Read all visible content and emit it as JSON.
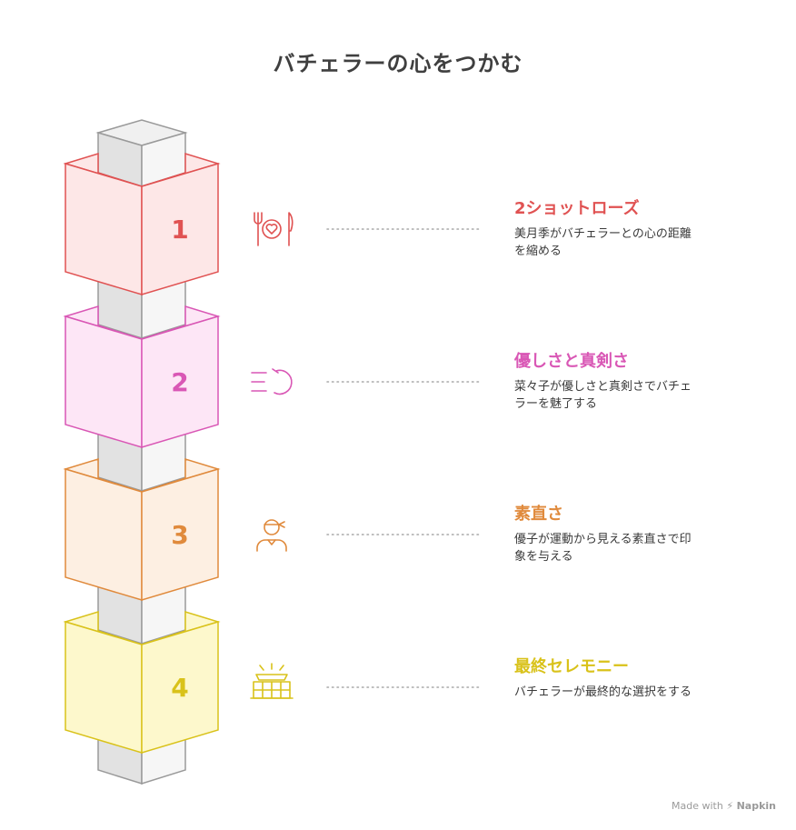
{
  "title": "バチェラーの心をつかむ",
  "steps": [
    {
      "number": "1",
      "title": "2ショットローズ",
      "desc_lines": [
        "美月季がバチェラーとの心の距離",
        "を縮める"
      ],
      "color": "#e05252",
      "fill": "#fde7e7",
      "icon": "dinner-plate-heart-icon"
    },
    {
      "number": "2",
      "title": "優しさと真剣さ",
      "desc_lines": [
        "菜々子が優しさと真剣さでバチェ",
        "ラーを魅了する"
      ],
      "color": "#d957b5",
      "fill": "#fde6f6",
      "icon": "wind-wave-icon"
    },
    {
      "number": "3",
      "title": "素直さ",
      "desc_lines": [
        "優子が運動から見える素直さで印",
        "象を与える"
      ],
      "color": "#e08a3c",
      "fill": "#fdefe2",
      "icon": "person-bandana-icon"
    },
    {
      "number": "4",
      "title": "最終セレモニー",
      "desc_lines": [
        "バチェラーが最終的な選択をする"
      ],
      "color": "#d9c21a",
      "fill": "#fdf8cc",
      "icon": "ceremony-stage-icon"
    }
  ],
  "footer": {
    "prefix": "Made with",
    "brand": "Napkin"
  }
}
